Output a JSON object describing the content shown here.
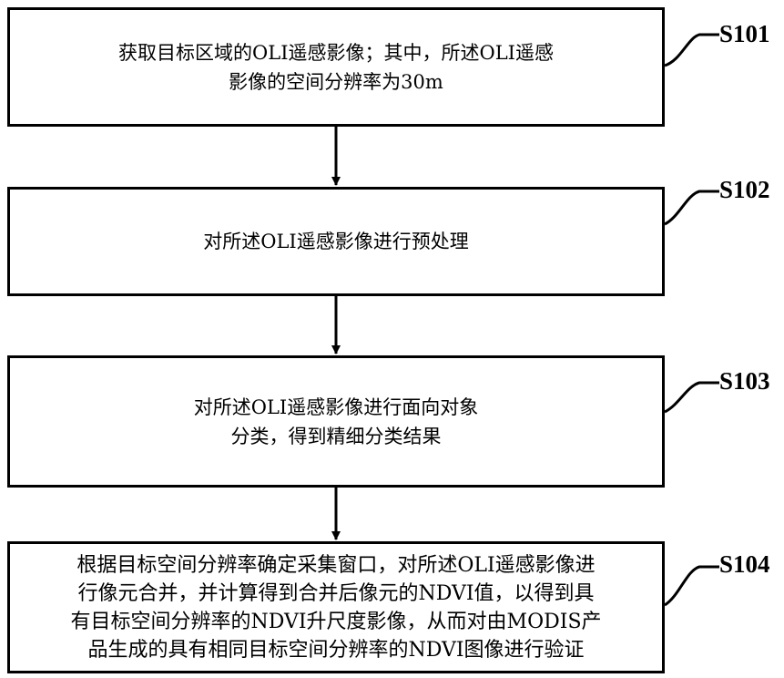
{
  "steps": [
    {
      "label": "S101",
      "lines": [
        "获取目标区域的OLI遥感影像；其中，所述OLI遥感",
        "影像的空间分辨率为30m"
      ]
    },
    {
      "label": "S102",
      "lines": [
        "对所述OLI遥感影像进行预处理"
      ]
    },
    {
      "label": "S103",
      "lines": [
        "对所述OLI遥感影像进行面向对象",
        "分类，得到精细分类结果"
      ]
    },
    {
      "label": "S104",
      "lines": [
        "根据目标空间分辨率确定采集窗口，对所述OLI遥感影像进",
        "行像元合并，并计算得到合并后像元的NDVI值，以得到具",
        "有目标空间分辨率的NDVI升尺度影像，从而对由MODIS产",
        "品生成的具有相同目标空间分辨率的NDVI图像进行验证"
      ]
    }
  ],
  "colors": {
    "stroke": "#000000",
    "background": "#ffffff"
  }
}
